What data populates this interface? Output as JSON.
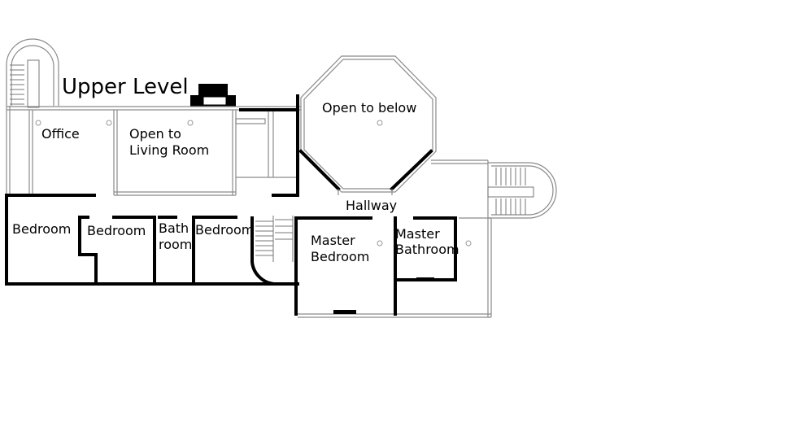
{
  "plan": {
    "title": "Upper Level",
    "rooms": {
      "office": "Office",
      "living_room_line1": "Open to",
      "living_room_line2": "Living Room",
      "open_below": "Open to below",
      "hallway": "Hallway",
      "bedroom_left": "Bedroom",
      "bedroom_second": "Bedroom",
      "bath_line1": "Bath",
      "bath_line2": "room",
      "bedroom_third": "Bedroom",
      "master_bedroom_line1": "Master",
      "master_bedroom_line2": "Bedroom",
      "master_bath_line1": "Master",
      "master_bath_line2": "Bathroom"
    }
  }
}
